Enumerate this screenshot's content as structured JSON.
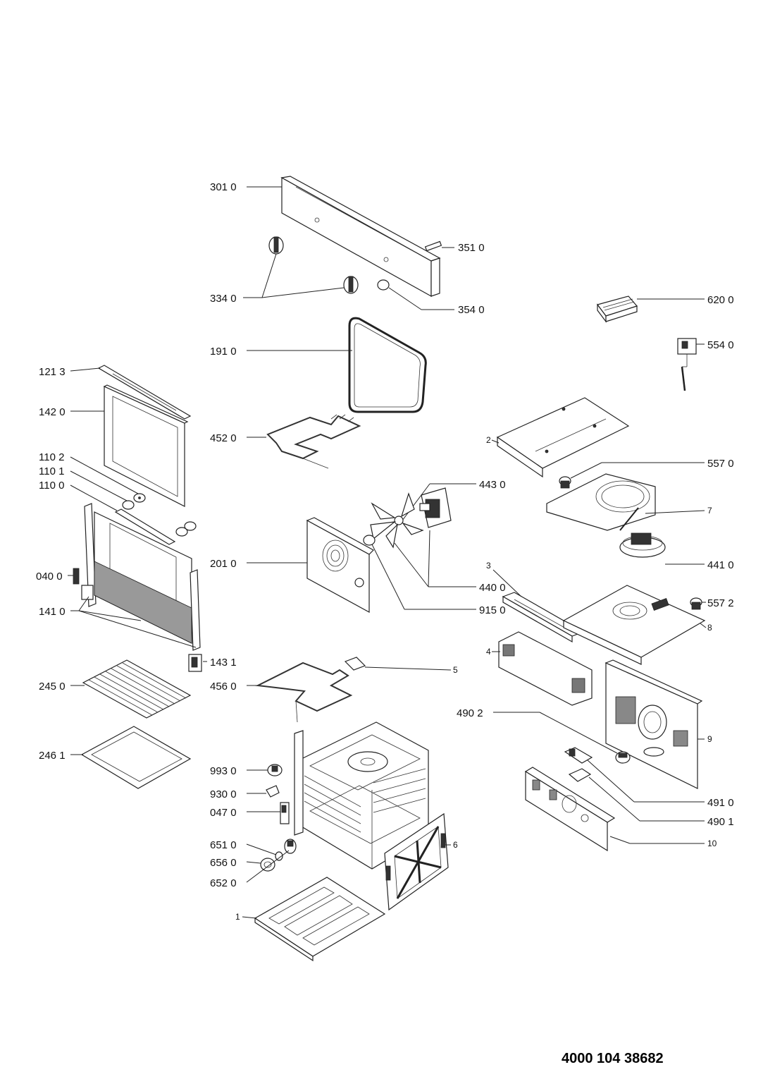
{
  "document_number": "4000 104 38682",
  "labels": {
    "p3010": "301 0",
    "p3510": "351 0",
    "p3340": "334 0",
    "p3540": "354 0",
    "p6200": "620 0",
    "p5540": "554 0",
    "p1910": "191 0",
    "p1213": "121 3",
    "p1420": "142 0",
    "p4520": "452 0",
    "p1102": "110 2",
    "p1101": "110 1",
    "p1100": "110 0",
    "p0400": "040 0",
    "p1410": "141 0",
    "p1431": "143 1",
    "p2010": "201 0",
    "p4430": "443 0",
    "p4400": "440 0",
    "p9150": "915 0",
    "p2": "2",
    "p5570": "557 0",
    "p7": "7",
    "p4410": "441 0",
    "p3": "3",
    "p5572": "557 2",
    "p8": "8",
    "p4": "4",
    "p5": "5",
    "p2450": "245 0",
    "p4560": "456 0",
    "p2461": "246 1",
    "p4902": "490 2",
    "p9": "9",
    "p4910": "491 0",
    "p4901": "490 1",
    "p10": "10",
    "p9930": "993 0",
    "p9300": "930 0",
    "p0470": "047 0",
    "p6510": "651 0",
    "p6560": "656 0",
    "p6520": "652 0",
    "p6": "6",
    "p1": "1"
  }
}
